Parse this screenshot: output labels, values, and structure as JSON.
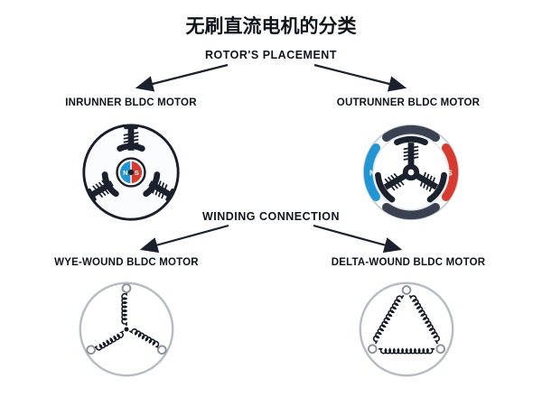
{
  "title": "无刷直流电机的分类",
  "sections": {
    "rotor_placement": {
      "label": "ROTOR'S PLACEMENT",
      "left": {
        "label": "INRUNNER BLDC MOTOR"
      },
      "right": {
        "label": "OUTRUNNER BLDC MOTOR"
      }
    },
    "winding_connection": {
      "label": "WINDING CONNECTION",
      "left": {
        "label": "WYE-WOUND BLDC MOTOR"
      },
      "right": {
        "label": "DELTA-WOUND BLDC MOTOR"
      }
    }
  },
  "magnets": {
    "north": "N",
    "south": "S"
  },
  "colors": {
    "north": "#2196d3",
    "south": "#d63b2f",
    "dark": "#1b222e",
    "ring_gray": "#c9ced4"
  }
}
